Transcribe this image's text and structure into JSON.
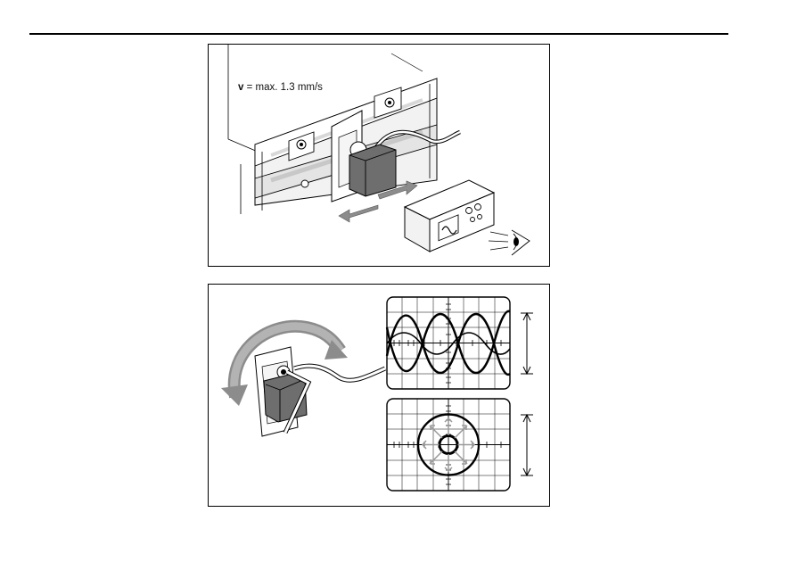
{
  "page": {
    "figure_top": {
      "speed_symbol": "v",
      "speed_text": "= max. 1.3 mm/s"
    },
    "figure_bottom": {
      "oscilloscope_top": "sine-waves",
      "oscilloscope_bottom": "circles"
    }
  },
  "colors": {
    "line": "#000000",
    "rail_fill": "#f2f2f2",
    "rail_shade": "#d8d8d8",
    "read_head": "#6e6e6e",
    "arrow": "#8c8c8c",
    "arrow_light": "#b3b3b3"
  }
}
